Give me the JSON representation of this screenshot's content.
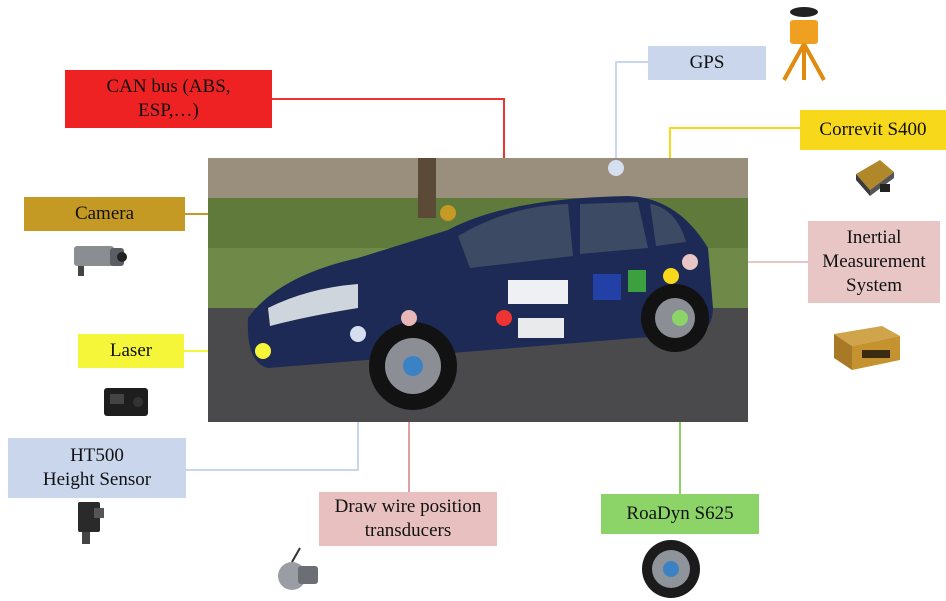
{
  "labels": {
    "can_bus": "CAN bus (ABS,\nESP,…)",
    "gps": "GPS",
    "correvit": "Correvit S400",
    "camera": "Camera",
    "ims": "Inertial\nMeasurement\nSystem",
    "laser": "Laser",
    "ht500": "HT500\nHeight Sensor",
    "draw_wire": "Draw wire position\ntransducers",
    "roadyn": "RoaDyn S625"
  },
  "colors": {
    "can_bus": "#ee2222",
    "gps": "#c9d6ec",
    "correvit": "#f7d81a",
    "camera": "#c49a24",
    "ims": "#e8c6c6",
    "laser": "#f5f53a",
    "ht500": "#c9d6ec",
    "draw_wire": "#e8c0c0",
    "roadyn": "#8cd468"
  },
  "icons": [
    "gps-tripod-icon",
    "correvit-sensor-icon",
    "camera-icon",
    "ims-box-icon",
    "laser-scanner-icon",
    "height-sensor-icon",
    "draw-wire-icon",
    "wheel-sensor-icon"
  ]
}
